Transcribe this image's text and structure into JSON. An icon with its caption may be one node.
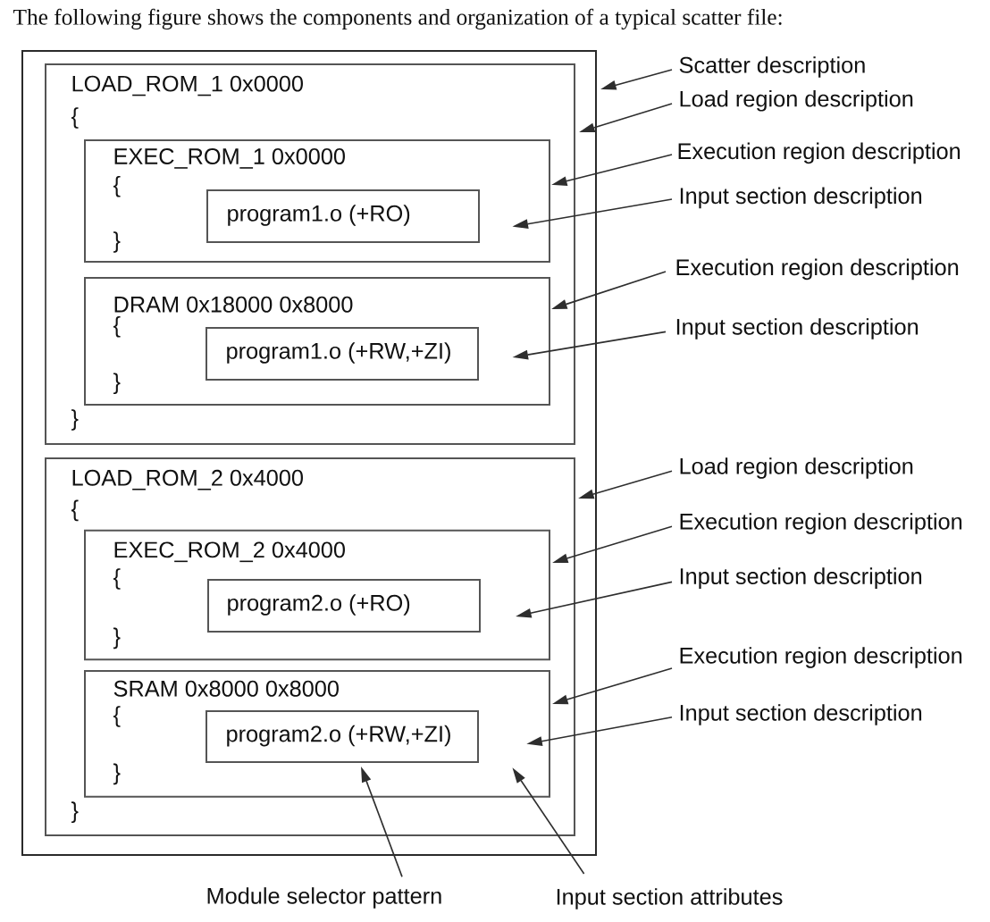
{
  "diagram": {
    "title": "The following figure shows the components and organization of a typical scatter file:",
    "nodes": [
      {
        "text": [],
        "shape": "box"
      },
      {
        "text": [
          "LOAD_ROM_1 0x0000",
          "{",
          "}"
        ],
        "in": 0
      },
      {
        "text": [
          "EXEC_ROM_1 0x0000",
          "{",
          "}"
        ],
        "in": 1
      },
      {
        "text": [
          "program1.o (+RO)"
        ],
        "in": 2
      },
      {
        "text": [
          "DRAM 0x18000 0x8000",
          "{",
          "}"
        ],
        "in": 1
      },
      {
        "text": [
          "program1.o (+RW,+ZI)"
        ],
        "in": 4
      },
      {
        "text": [
          "LOAD_ROM_2 0x4000",
          "{",
          "}"
        ],
        "in": 0
      },
      {
        "text": [
          "EXEC_ROM_2 0x4000",
          "{",
          "}"
        ],
        "in": 6
      },
      {
        "text": [
          "program2.o (+RO)"
        ],
        "in": 7
      },
      {
        "text": [
          "SRAM 0x8000 0x8000",
          "{",
          "}"
        ],
        "in": 6
      },
      {
        "text": [
          "program2.o (+RW,+ZI)"
        ],
        "in": 9
      },
      {
        "text": [
          "Scatter description"
        ]
      },
      {
        "text": [
          "Load region description"
        ]
      },
      {
        "text": [
          "Execution region description"
        ]
      },
      {
        "text": [
          "Input section description"
        ]
      },
      {
        "text": [
          "Execution region description"
        ]
      },
      {
        "text": [
          "Input section description"
        ]
      },
      {
        "text": [
          "Load region description"
        ]
      },
      {
        "text": [
          "Execution region description"
        ]
      },
      {
        "text": [
          "Input section description"
        ]
      },
      {
        "text": [
          "Execution region description"
        ]
      },
      {
        "text": [
          "Input section description"
        ]
      },
      {
        "text": [
          "Module selector pattern"
        ]
      },
      {
        "text": [
          "Input section attributes"
        ]
      }
    ],
    "edges": [
      {
        "from": 11,
        "to": 0,
        "arrow": "to"
      },
      {
        "from": 12,
        "to": 1,
        "arrow": "to"
      },
      {
        "from": 13,
        "to": 2,
        "arrow": "to"
      },
      {
        "from": 14,
        "to": 3,
        "arrow": "to"
      },
      {
        "from": 15,
        "to": 4,
        "arrow": "to"
      },
      {
        "from": 16,
        "to": 5,
        "arrow": "to"
      },
      {
        "from": 17,
        "to": 6,
        "arrow": "to"
      },
      {
        "from": 18,
        "to": 7,
        "arrow": "to"
      },
      {
        "from": 19,
        "to": 8,
        "arrow": "to"
      },
      {
        "from": 20,
        "to": 9,
        "arrow": "to"
      },
      {
        "from": 21,
        "to": 10,
        "arrow": "to"
      },
      {
        "from": 22,
        "to": 10,
        "arrow": "to"
      },
      {
        "from": 23,
        "to": 10,
        "arrow": "to"
      }
    ]
  }
}
